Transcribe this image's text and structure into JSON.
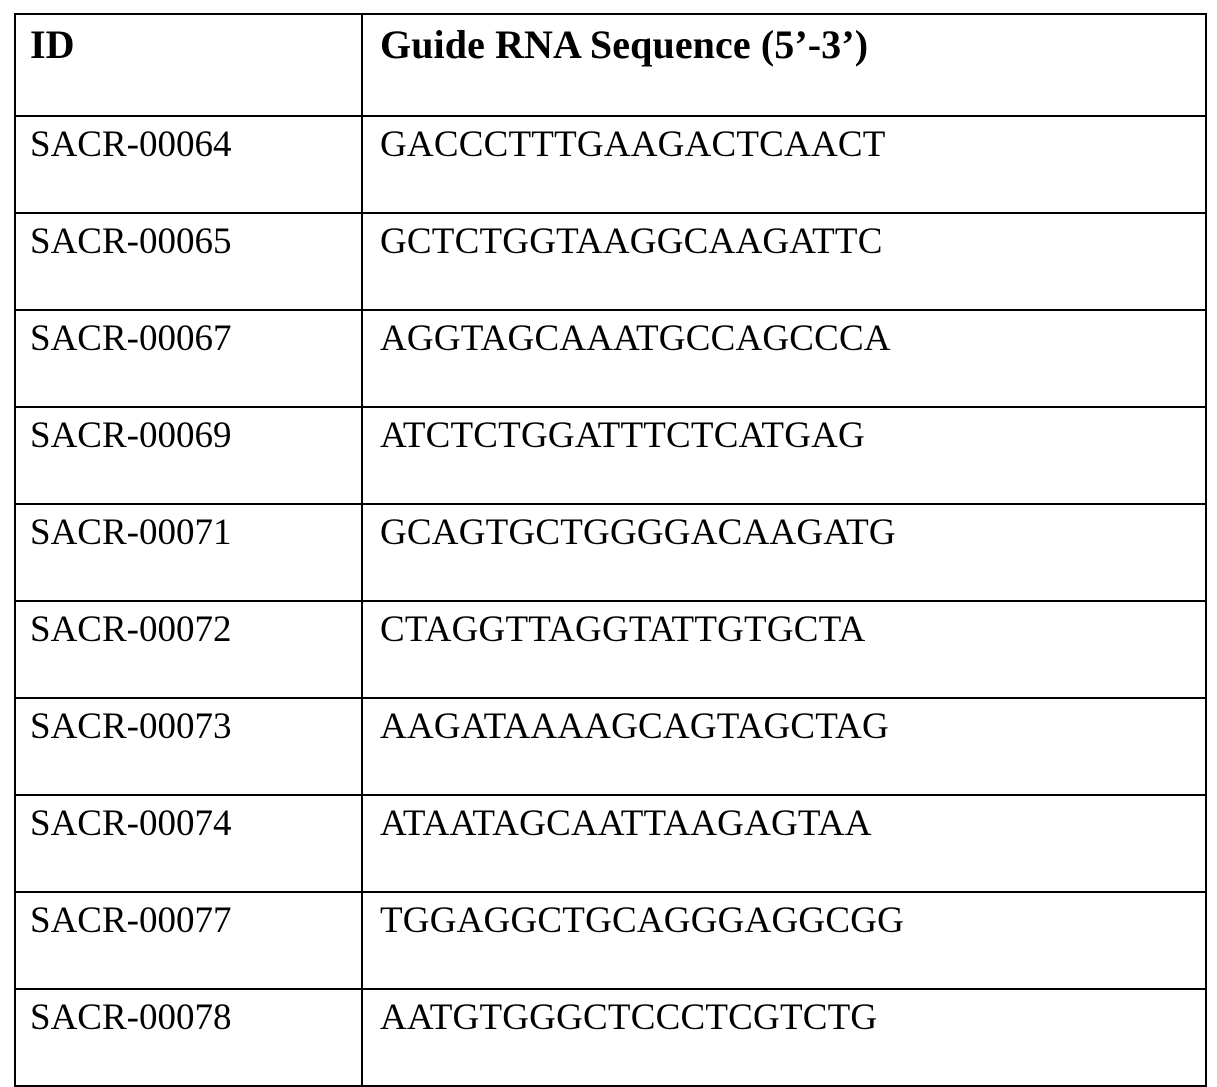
{
  "table": {
    "columns": [
      {
        "key": "id",
        "header": "ID"
      },
      {
        "key": "sequence",
        "header": "Guide RNA Sequence (5’-3’)"
      }
    ],
    "rows": [
      {
        "id": "SACR-00064",
        "sequence": "GACCCTTTGAAGACTCAACT"
      },
      {
        "id": "SACR-00065",
        "sequence": "GCTCTGGTAAGGCAAGATTC"
      },
      {
        "id": "SACR-00067",
        "sequence": "AGGTAGCAAATGCCAGCCCA"
      },
      {
        "id": "SACR-00069",
        "sequence": "ATCTCTGGATTTCTCATGAG"
      },
      {
        "id": "SACR-00071",
        "sequence": "GCAGTGCTGGGGACAAGATG"
      },
      {
        "id": "SACR-00072",
        "sequence": "CTAGGTTAGGTATTGTGCTA"
      },
      {
        "id": "SACR-00073",
        "sequence": "AAGATAAAAGCAGTAGCTAG"
      },
      {
        "id": "SACR-00074",
        "sequence": "ATAATAGCAATTAAGAGTAA"
      },
      {
        "id": "SACR-00077",
        "sequence": "TGGAGGCTGCAGGGAGGCGG"
      },
      {
        "id": "SACR-00078",
        "sequence": "AATGTGGGCTCCCTCGTCTG"
      }
    ]
  },
  "style": {
    "border_color": "#000000",
    "text_color": "#000000",
    "background_color": "#ffffff"
  }
}
